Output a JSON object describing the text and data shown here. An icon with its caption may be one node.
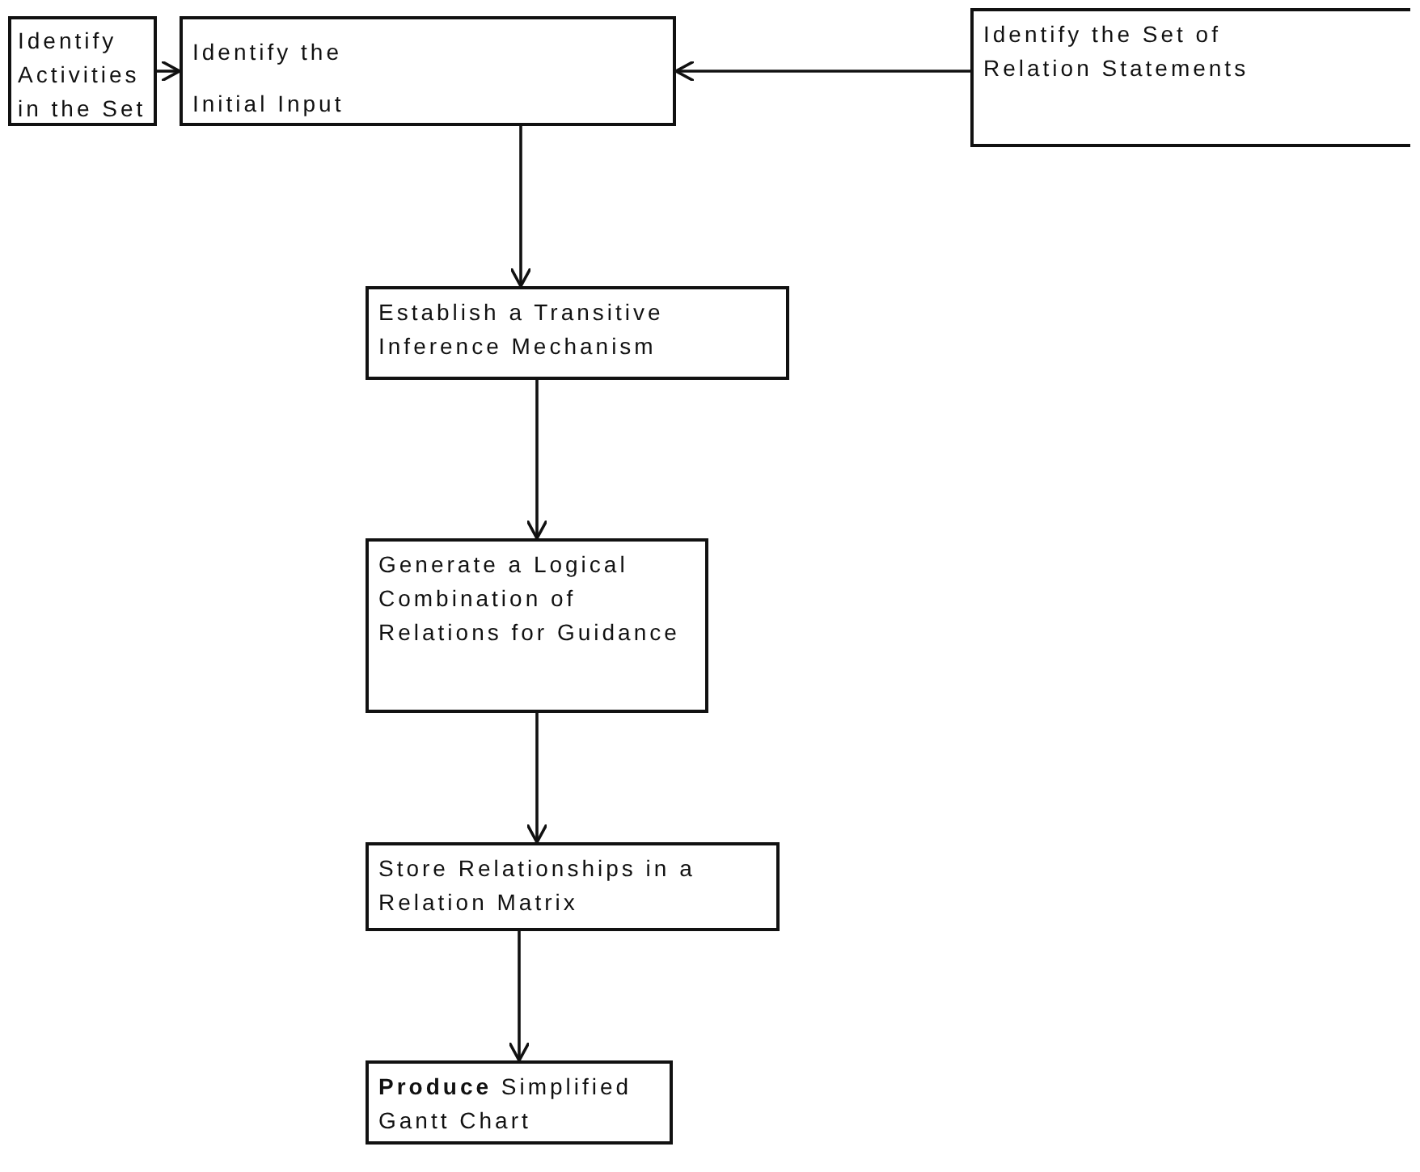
{
  "diagram": {
    "nodes": [
      {
        "text": [
          "Identify Activities in the Set"
        ]
      },
      {
        "text": [
          "Identify the Initial Input"
        ]
      },
      {
        "text": [
          "Identify the Set of Relation Statements"
        ]
      },
      {
        "text": [
          "Establish a Transitive Inference Mechanism"
        ]
      },
      {
        "text": [
          "Generate a Logical Combination of Relations for Guidance"
        ]
      },
      {
        "text": [
          "Store Relationships in a Relation Matrix"
        ]
      },
      {
        "text": [
          "**Produce** Simplified Gantt Chart"
        ]
      }
    ],
    "edges": [
      {
        "from": 0,
        "to": 1,
        "arrow": "to"
      },
      {
        "from": 2,
        "to": 1,
        "arrow": "to"
      },
      {
        "from": 1,
        "to": 3,
        "arrow": "to"
      },
      {
        "from": 3,
        "to": 4,
        "arrow": "to"
      },
      {
        "from": 4,
        "to": 5,
        "arrow": "to"
      },
      {
        "from": 5,
        "to": 6,
        "arrow": "to"
      }
    ]
  }
}
